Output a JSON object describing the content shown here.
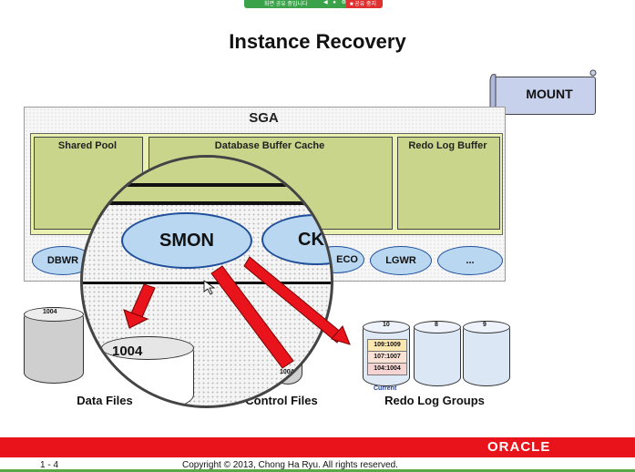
{
  "share_bar": {
    "text": "화면 공유 중입니다",
    "icons": "◀ ● ⚙",
    "stop_label": "■ 공유 중지"
  },
  "title": "Instance Recovery",
  "mount": {
    "label": "MOUNT"
  },
  "sga": {
    "label": "SGA",
    "pools": [
      "Shared Pool",
      "Database Buffer Cache",
      "Redo Log Buffer"
    ],
    "processes": [
      "DBWR",
      "ECO",
      "LGWR",
      "..."
    ]
  },
  "magnifier": {
    "process_label": "SMON",
    "partial_process": "CK",
    "datafile_label": "1004",
    "control_label": "1004"
  },
  "data_files": {
    "label": "Data Files",
    "file_number": "1004"
  },
  "control_files": {
    "label": "Control Files"
  },
  "redo_log_groups": {
    "label": "Redo Log Groups",
    "groups": [
      "10",
      "8",
      "9"
    ],
    "entries": [
      "109:1009",
      "107:1007",
      "104:1004"
    ],
    "current_label": "Current"
  },
  "footer": {
    "brand": "ORACLE",
    "slide_number": "1 - 4",
    "copyright": "Copyright © 2013, Chong Ha Ryu. All rights reserved."
  },
  "colors": {
    "accent_red": "#e8131b",
    "process_blue": "#b9d7f1",
    "pool_green": "#c9d58a"
  }
}
